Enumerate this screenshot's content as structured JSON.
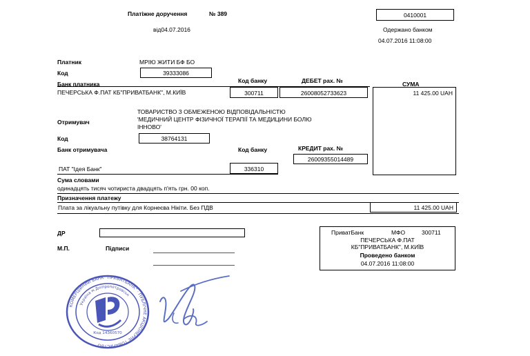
{
  "header": {
    "title": "Платіжне доручення",
    "number": "№ 389",
    "date_line": "від04.07.2016",
    "bank_code_box": "0410001",
    "received_label": "Одержано банком",
    "received_datetime": "04.07.2016 11:08:00"
  },
  "payer": {
    "label": "Платник",
    "name": "МРІЮ ЖИТИ БФ БО",
    "code_label": "Код",
    "code": "39333086",
    "bank_label": "Банк платника",
    "bank_name": "ПЕЧЕРСЬКА Ф.ПАТ КБ\"ПРИВАТБАНК\", М.КИЇВ",
    "bank_code_label": "Код банку",
    "bank_code": "300711",
    "debit_label": "ДЕБЕТ рах. №",
    "debit_account": "26008052733623",
    "sum_label": "СУМА",
    "sum": "11 425.00 UAH"
  },
  "recipient": {
    "label": "Отримувач",
    "name_lines": [
      "ТОВАРИСТВО З ОБМЕЖЕНОЮ ВІДПОВІДАЛЬНІСТЮ",
      "'МЕДИЧНИЙ ЦЕНТР ФІЗИЧНОЇ ТЕРАПІЇ ТА МЕДИЦИНИ БОЛЮ",
      "ІННОВО'"
    ],
    "code_label": "Код",
    "code": "38764131",
    "bank_label": "Банк отримувача",
    "bank_code_label": "Код банку",
    "credit_label": "КРЕДИТ рах. №",
    "credit_account": "26009355014489",
    "bank_name": "ПАТ \"Ідея Банк\"",
    "bank_code": "336310"
  },
  "amount_words": {
    "label": "Сума словами",
    "text": "одинадцять тисяч чотириста двадцять п'ять грн. 00 коп."
  },
  "purpose": {
    "label": "Призначення платежу",
    "text": "Плата за лікуальну путівку для Корнеєва Нікіти. Без ПДВ",
    "sum": "11 425.00 UAH"
  },
  "signatures": {
    "dr_label": "ДР",
    "mp_label": "М.П.",
    "signatures_label": "Підписи"
  },
  "bank_stamp": {
    "line1_bank": "ПриватБанк",
    "line1_mfo_label": "МФО",
    "line1_mfo": "300711",
    "line2": "ПЕЧЕРСЬКА Ф.ПАТ",
    "line3": "КБ\"ПРИВАТБАНК\", М.КИЇВ",
    "line4": "Проведено банком",
    "line5": "04.07.2016 11:08:00"
  },
  "seal": {
    "outer_text": "КОМЕРЦІЙНИЙ БАНК \"ПРИВАТБАНК\" · ПУБЛІЧНЕ АКЦІОНЕРНЕ ТОВАРИСТВО",
    "inner_text": "Україна м.Дніпропетровськ",
    "code_text": "Код 14360570"
  },
  "colors": {
    "seal": "#4a55b8",
    "signature": "#5a6fc4"
  }
}
